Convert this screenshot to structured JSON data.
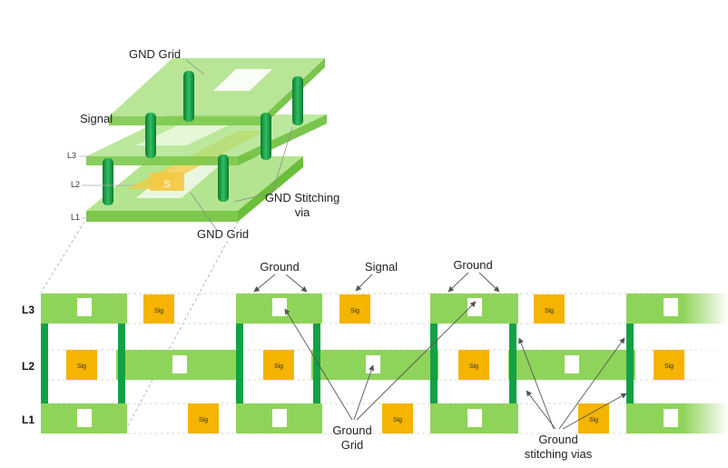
{
  "top_view": {
    "gnd_grid_top": "GND Grid",
    "signal": "Signal",
    "gnd_stitching_via_line1": "GND Stitching",
    "gnd_stitching_via_line2": "via",
    "gnd_grid_bottom": "GND Grid",
    "signal_block": "S",
    "layer_labels": [
      "L3",
      "L2",
      "L1"
    ]
  },
  "cross_section": {
    "layer_labels": [
      "L3",
      "L2",
      "L1"
    ],
    "sig_label": "Sig",
    "ground_label_left": "Ground",
    "signal_label": "Signal",
    "ground_label_right": "Ground",
    "ground_grid_line1": "Ground",
    "ground_grid_line2": "Grid",
    "stitching_line1": "Ground",
    "stitching_line2": "stitching vias"
  },
  "colors": {
    "ground": "#8fd45a",
    "ground_dark": "#6cbf3a",
    "via": "#14a145",
    "signal": "#f5b400",
    "annotation": "#555555"
  }
}
